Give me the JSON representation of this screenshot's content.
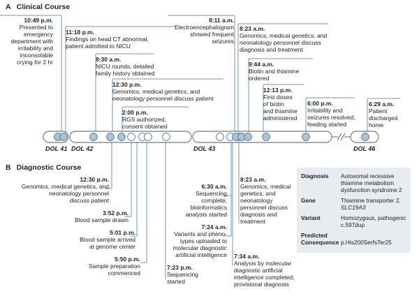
{
  "sections": {
    "a_letter": "A",
    "a_title": "Clinical Course",
    "b_letter": "B",
    "b_title": "Diagnostic Course"
  },
  "dol_labels": [
    "DOL 41",
    "DOL 42",
    "DOL 43",
    "DOL 46"
  ],
  "clinical_events": [
    {
      "time": "10:49 p.m.",
      "text": "Presented to\nemergency\ndepartment with\nirritability and\ninconsolable\ncrying for 2 hr"
    },
    {
      "time": "11:18 p.m.",
      "text": "Findings on head CT abnormal,\npatient admitted to NICU"
    },
    {
      "time": "9:30 a.m.",
      "text": "NICU rounds, detailed\nfamily history obtained"
    },
    {
      "time": "12:30 p.m.",
      "text": "Genomics, medical genetics, and\nneonatology personnel discuss patient"
    },
    {
      "time": "2:00 p.m.",
      "text": "RGS authorized,\nconsent obtained"
    },
    {
      "time": "8:11 a.m.",
      "text": "Electroencephalogram\nshowed frequent\nseizures"
    },
    {
      "time": "8:23 a.m.",
      "text": "Genomics, medical genetics, and\nneonatology personnel discuss\ndiagnosis and treatment"
    },
    {
      "time": "9:44 a.m.",
      "text": "Biotin and thiamine\nordered"
    },
    {
      "time": "12:13 p.m.",
      "text": "First doses\nof biotin\nand thiamine\nadministered"
    },
    {
      "time": "6:00 p.m.",
      "text": "Irritability and\nseizures resolved;\nfeeding started"
    },
    {
      "time": "6:29 a.m.",
      "text": "Patient\ndischarged\nhome"
    }
  ],
  "diagnostic_events": [
    {
      "time": "12:30 p.m.",
      "text": "Genomics, medical genetics, and\nneonatology personnel\ndiscuss patient"
    },
    {
      "time": "3:52 p.m.",
      "text": "Blood sample drawn"
    },
    {
      "time": "5:01 p.m.",
      "text": "Blood sample arrived\nat genome center"
    },
    {
      "time": "5:50 p.m.",
      "text": "Sample preparation\ncommenced"
    },
    {
      "time": "7:23 p.m.",
      "text": "Sequencing\nstarted"
    },
    {
      "time": "6:30 a.m.",
      "text": "Sequencing\ncomplete;\nbioinformatics\nanalysis started"
    },
    {
      "time": "7:24 a.m.",
      "text": "Variants and pheno-\ntypes uploaded to\nmolecular diagnostic\nartificial intelligence"
    },
    {
      "time": "7:34 a.m.",
      "text": "Analysis by molecular\ndiagnostic artificial\nintelligence completed;\nprovisional diagnosis"
    },
    {
      "time": "8:23 a.m.",
      "text": "Genomics, medical\ngenetics, and\nneonatology\npersonnel discuss\ndiagnosis and\ntreatment"
    }
  ],
  "info_box": {
    "diagnosis_label": "Diagnosis",
    "diagnosis_value": "Autosomal recessive\nthiamine metabolism\ndysfunction syndrome 2",
    "gene_label": "Gene",
    "gene_value_1": "Thiamine transporter 2,",
    "gene_value_2": "SLC19A3",
    "variant_label": "Variant",
    "variant_value": "Homozygous, pathogenic\nc.597dup",
    "consequence_label": "Predicted\nConsequence",
    "consequence_value": "p.His200SerfsTer25"
  },
  "colors": {
    "line": "#6d97b7",
    "dot_clinical": "#a9c3d8",
    "dot_diagnostic": "#ffffff",
    "dot_stroke": "#4f7897",
    "box_bg": "#e7ecf1",
    "text": "#222222"
  }
}
